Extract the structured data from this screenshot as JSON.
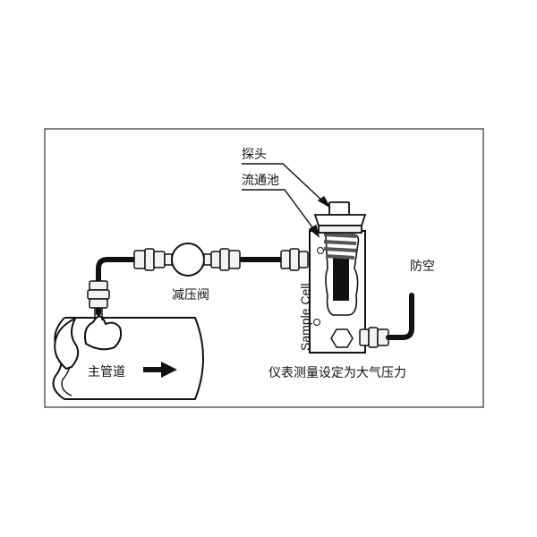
{
  "labels": {
    "probe": "探头",
    "flow_cell": "流通池",
    "pressure_valve": "减压阀",
    "vent": "防空",
    "main_pipe": "主管道",
    "note": "仪表测量设定为大气压力",
    "sample_cell": "Sample Cell"
  },
  "colors": {
    "line": "#111111",
    "fitting_fill": "#f2f2f2",
    "spring": "#555555",
    "border": "#333333"
  }
}
